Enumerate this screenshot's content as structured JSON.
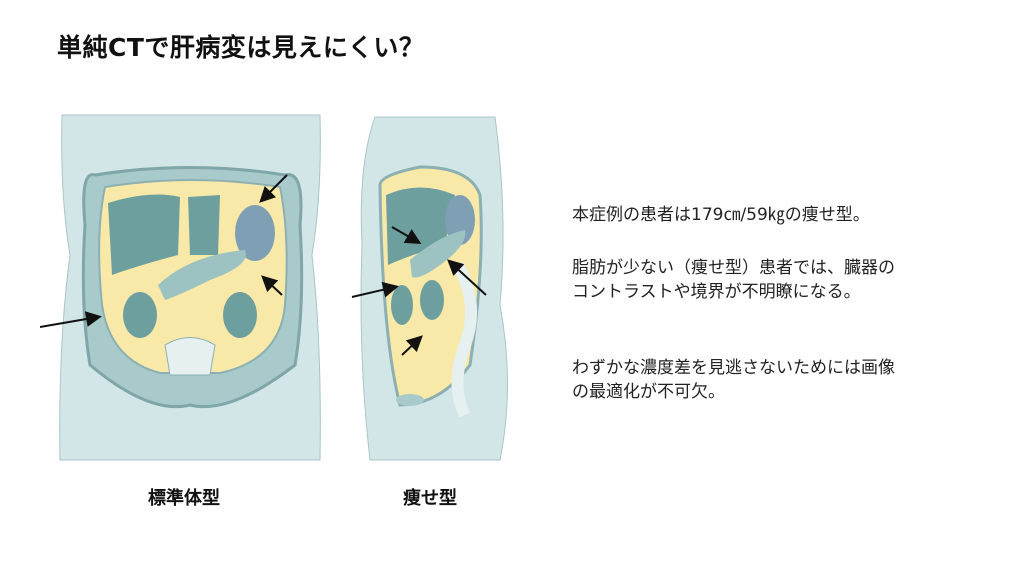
{
  "slide": {
    "title": "単純CTで肝病変は見えにくい？",
    "figure": {
      "label_standard": "標準体型",
      "label_thin": "痩せ型"
    },
    "paragraphs": [
      [
        "本症例の患者は179㎝/59㎏の痩せ型。"
      ],
      [
        "脂肪が少ない（痩せ型）患者では、臓器の",
        "コントラストや境界が不明瞭になる。"
      ],
      [
        "わずかな濃度差を見逃さないためには画像",
        "の最適化が不可欠。"
      ]
    ]
  },
  "colors": {
    "body": "#c9e0e3",
    "fat": "#f8e9a8",
    "organ": "#6e9f9f",
    "spleen": "#7f9fb5",
    "outline": "#8fb3b6"
  }
}
